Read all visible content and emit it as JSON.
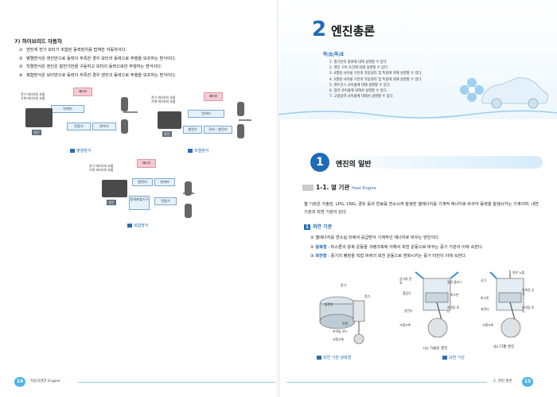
{
  "left": {
    "section_title": "7) 하이브리드 자동차",
    "items": [
      {
        "num": "①",
        "text": "엔진에 전기 모터가 조합된 동력장치를 탑재한 자동차이다."
      },
      {
        "num": "②",
        "text": "병렬방식은 엔진만으로 동력이 부족한 경우 모터의 동력으로 주행을 보조하는 방식이다."
      },
      {
        "num": "③",
        "text": "직렬방식은 엔진은 발전기만을 구동하고 모터의 동력으로만 주행하는 방식이다."
      },
      {
        "num": "④",
        "text": "복합방식은 모터만으로 동력이 부족한 경우 엔진의 동력으로 주행을 보조하는 방식이다."
      }
    ],
    "diag_parallel": {
      "note": "전기 에너지의 흐름\n기계 에너지의 흐름",
      "battery": "배터리",
      "inverter": "인버터",
      "generator": "전동기",
      "transmission": "변속기",
      "engine": "엔진",
      "caption": "병렬방식"
    },
    "diag_series": {
      "note": "전기 에너지의 흐름\n기계 에너지의 흐름",
      "battery": "배터리",
      "inverter": "인버터",
      "generator": "발전기",
      "motor": "모터 - 발전기",
      "engine": "엔진",
      "caption": "직렬방식"
    },
    "diag_complex": {
      "note": "전기 에너지의 흐름\n기계 에너지의 흐름",
      "battery": "배터리",
      "generator": "발전기",
      "inverter": "인버터",
      "engine": "엔진",
      "splitter": "동력분할기구",
      "motor": "전동기",
      "caption": "복합방식"
    },
    "footer": {
      "page": "14",
      "text": "자동차엔진 Engine"
    }
  },
  "right": {
    "chapter_num": "2",
    "chapter_title": "엔진총론",
    "goals_header": "학|습|목|표",
    "goals": [
      "1. 열기관의 종류에 대해 설명할 수 있다.",
      "2. 엔진 구비 조건에 대해 설명할 수 있다.",
      "3. 4행정 사이클 기관의 작동원리 및 특징에 대해 설명할 수 있다.",
      "4. 2행정 사이클 기관의 작동원리 및 특징에 대해 설명할 수 있다.",
      "5. 엔트진스 사이클에 대해 설명할 수 있다.",
      "6. 딜러 사이클에 대해서 설명할 수 있다.",
      "7. 고정압력 사이클에 대해서 설명할 수 있다."
    ],
    "section_num": "1",
    "section_title": "엔진의 일반",
    "sub1_title": "1-1. 열 기관",
    "sub1_en": "Heat Engine",
    "para": "열 기관은 가솔린, LPG, CNG, 경유 등의 연료를 연소시켜 발생한 열에너지를 기계적 에너지로 바꾸어 동력을 발생시키는 기계이며, 내연 기관과 외연 기관이 있다.",
    "sub2_num": "1",
    "sub2_title": "외연 기관",
    "list": [
      {
        "num": "①",
        "hl": "",
        "text": "열에너지를 연소실 외에서 공급받아 기계적인 에너지로 바꾸는 엔진이다."
      },
      {
        "num": "②",
        "hl": "왕복형",
        "text": " : 피스톤의 왕복 운동을 크랭크축에 의해서 회전 운동으로 바꾸는 증기 기관이 이에 속한다."
      },
      {
        "num": "③",
        "hl": "회전형",
        "text": " : 증기의 팽창을 직접 바퀴의 회전 운동으로 변화시키는 증기 터빈이 이에 속한다."
      }
    ],
    "fig_left": {
      "labels": [
        "증기",
        "증기",
        "플랜지",
        "연결",
        "커넥팅 로드",
        "크랭크축"
      ],
      "caption": "외연 기관 왕복형"
    },
    "fig_mid": {
      "labels": [
        "공기와 연료",
        "점화 플러그",
        "흡입기",
        "피스톤",
        "실린더",
        "커넥팅 로드",
        "크랭크축"
      ],
      "sub": "(a) 가솔린 엔진"
    },
    "fig_right": {
      "labels": [
        "연료 노즐",
        "공기",
        "압축된 공기",
        "피스톤",
        "실린더",
        "커넥팅 로드",
        "크랭크축"
      ],
      "sub": "(b) 디젤 엔진"
    },
    "fig_caption": "내연 기관",
    "footer": {
      "page": "15",
      "text": "2. 엔진 총론"
    }
  }
}
